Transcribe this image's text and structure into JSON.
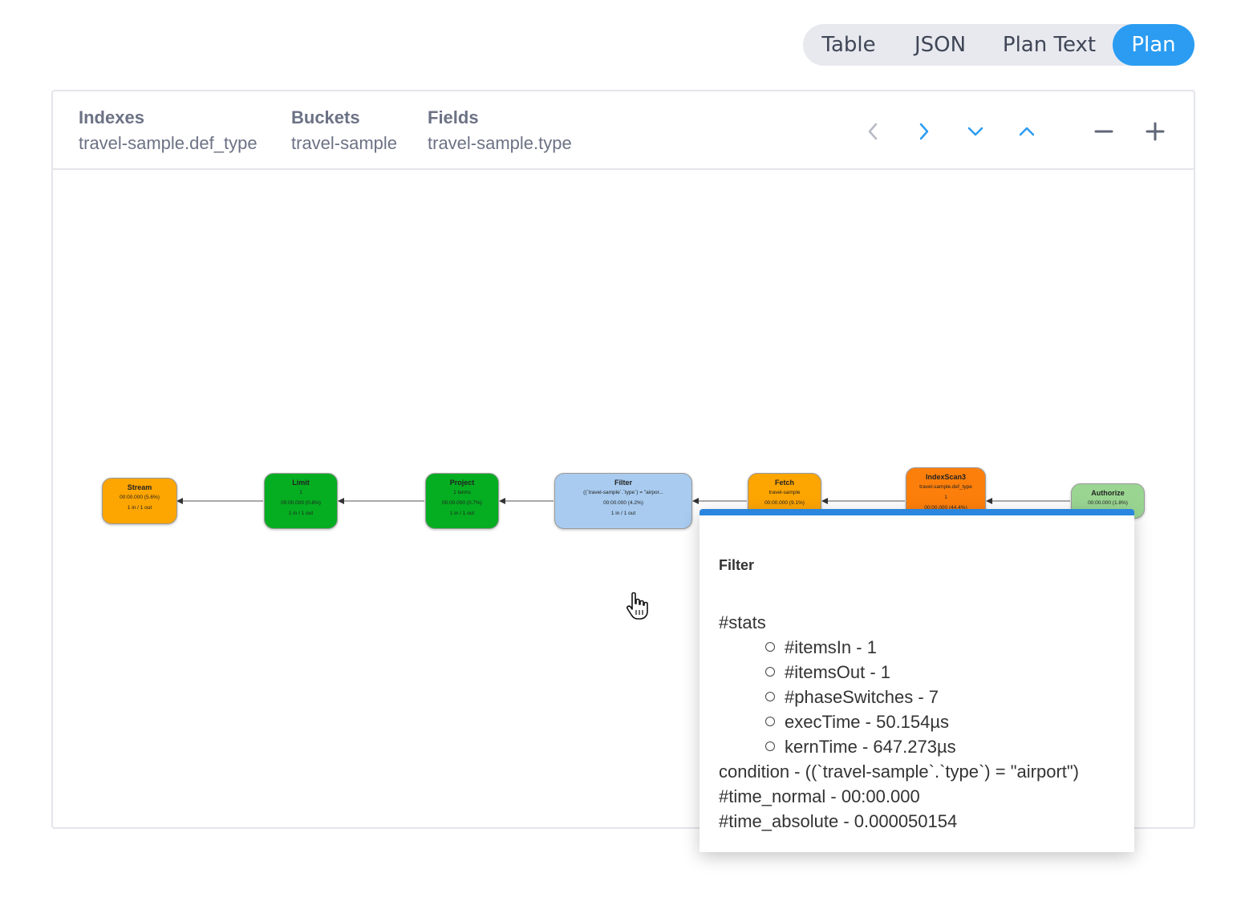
{
  "view_tabs": [
    "Table",
    "JSON",
    "Plan Text",
    "Plan"
  ],
  "active_view": "Plan",
  "meta": {
    "indexes": {
      "label": "Indexes",
      "value": "travel-sample.def_type"
    },
    "buckets": {
      "label": "Buckets",
      "value": "travel-sample"
    },
    "fields": {
      "label": "Fields",
      "value": "travel-sample.type"
    }
  },
  "controls": {
    "left": "chevron-left-icon",
    "right": "chevron-right-icon",
    "down": "chevron-down-icon",
    "up": "chevron-up-icon",
    "zoom_out": "minus-icon",
    "zoom_in": "plus-icon"
  },
  "nodes": [
    {
      "title": "Stream",
      "lines": [
        "00:00.000 (5.6%)",
        "1 in / 1 out"
      ],
      "color": "#fda500"
    },
    {
      "title": "Limit",
      "lines": [
        "1",
        "00:00.000 (0.8%)",
        "1 in / 1 out"
      ],
      "color": "#05ad21"
    },
    {
      "title": "Project",
      "lines": [
        "1 terms",
        "00:00.000 (0.7%)",
        "1 in / 1 out"
      ],
      "color": "#05ad21"
    },
    {
      "title": "Filter",
      "lines": [
        "((`travel-sample`.`type`) = \"airpor...",
        "00:00.000 (4.2%)",
        "1 in / 1 out"
      ],
      "color": "#a8cbef"
    },
    {
      "title": "Fetch",
      "lines": [
        "travel-sample",
        "00:00.000 (9.1%)"
      ],
      "color": "#fda500"
    },
    {
      "title": "IndexScan3",
      "lines": [
        "travel-sample.def_type",
        "1",
        "00:00.000 (44.4%)"
      ],
      "color": "#fd7f0b"
    },
    {
      "title": "Authorize",
      "lines": [
        "00:00.000 (1.8%)"
      ],
      "color": "#9ad692"
    }
  ],
  "tooltip": {
    "title": "Filter",
    "stats_label": "#stats",
    "stats": [
      "#itemsIn - 1",
      "#itemsOut - 1",
      "#phaseSwitches - 7",
      "execTime - 50.154µs",
      "kernTime - 647.273µs"
    ],
    "condition": "condition - ((`travel-sample`.`type`) = \"airport\")",
    "time_normal": "#time_normal - 00:00.000",
    "time_absolute": "#time_absolute - 0.000050154"
  }
}
